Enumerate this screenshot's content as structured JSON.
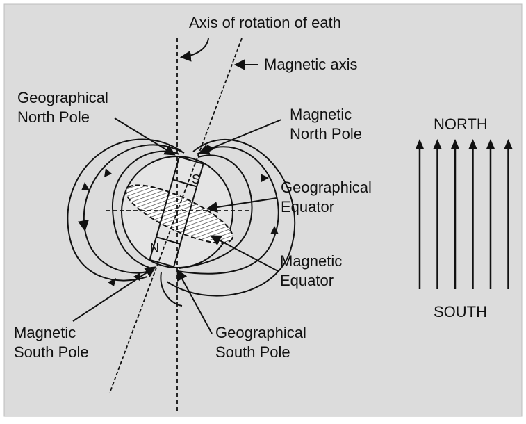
{
  "colors": {
    "background": "#dcdcdc",
    "ink": "#111111",
    "earth_fill": "#e4e4e4",
    "hatch": "#555555"
  },
  "labels": {
    "rotation_axis": "Axis of rotation of eath",
    "magnetic_axis": "Magnetic axis",
    "geo_north_line1": "Geographical",
    "geo_north_line2": "North Pole",
    "mag_north_line1": "Magnetic",
    "mag_north_line2": "North Pole",
    "geo_equator_line1": "Geographical",
    "geo_equator_line2": "Equator",
    "mag_equator_line1": "Magnetic",
    "mag_equator_line2": "Equator",
    "mag_south_line1": "Magnetic",
    "mag_south_line2": "South Pole",
    "geo_south_line1": "Geographical",
    "geo_south_line2": "South Pole",
    "north": "NORTH",
    "south": "SOUTH"
  },
  "magnet": {
    "top_pole": "S",
    "bottom_pole": "N"
  },
  "field_arrows": {
    "count": 6
  }
}
